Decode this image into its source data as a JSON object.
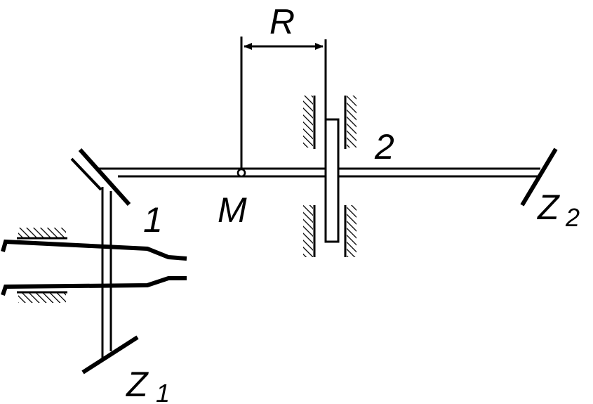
{
  "labels": {
    "R": "R",
    "M": "M",
    "wheel1": "1",
    "wheel2": "2",
    "z1_base": "Z",
    "z1_sub": "1",
    "z2_base": "Z",
    "z2_sub": "2"
  },
  "colors": {
    "ink": "#000000",
    "background": "#ffffff"
  }
}
